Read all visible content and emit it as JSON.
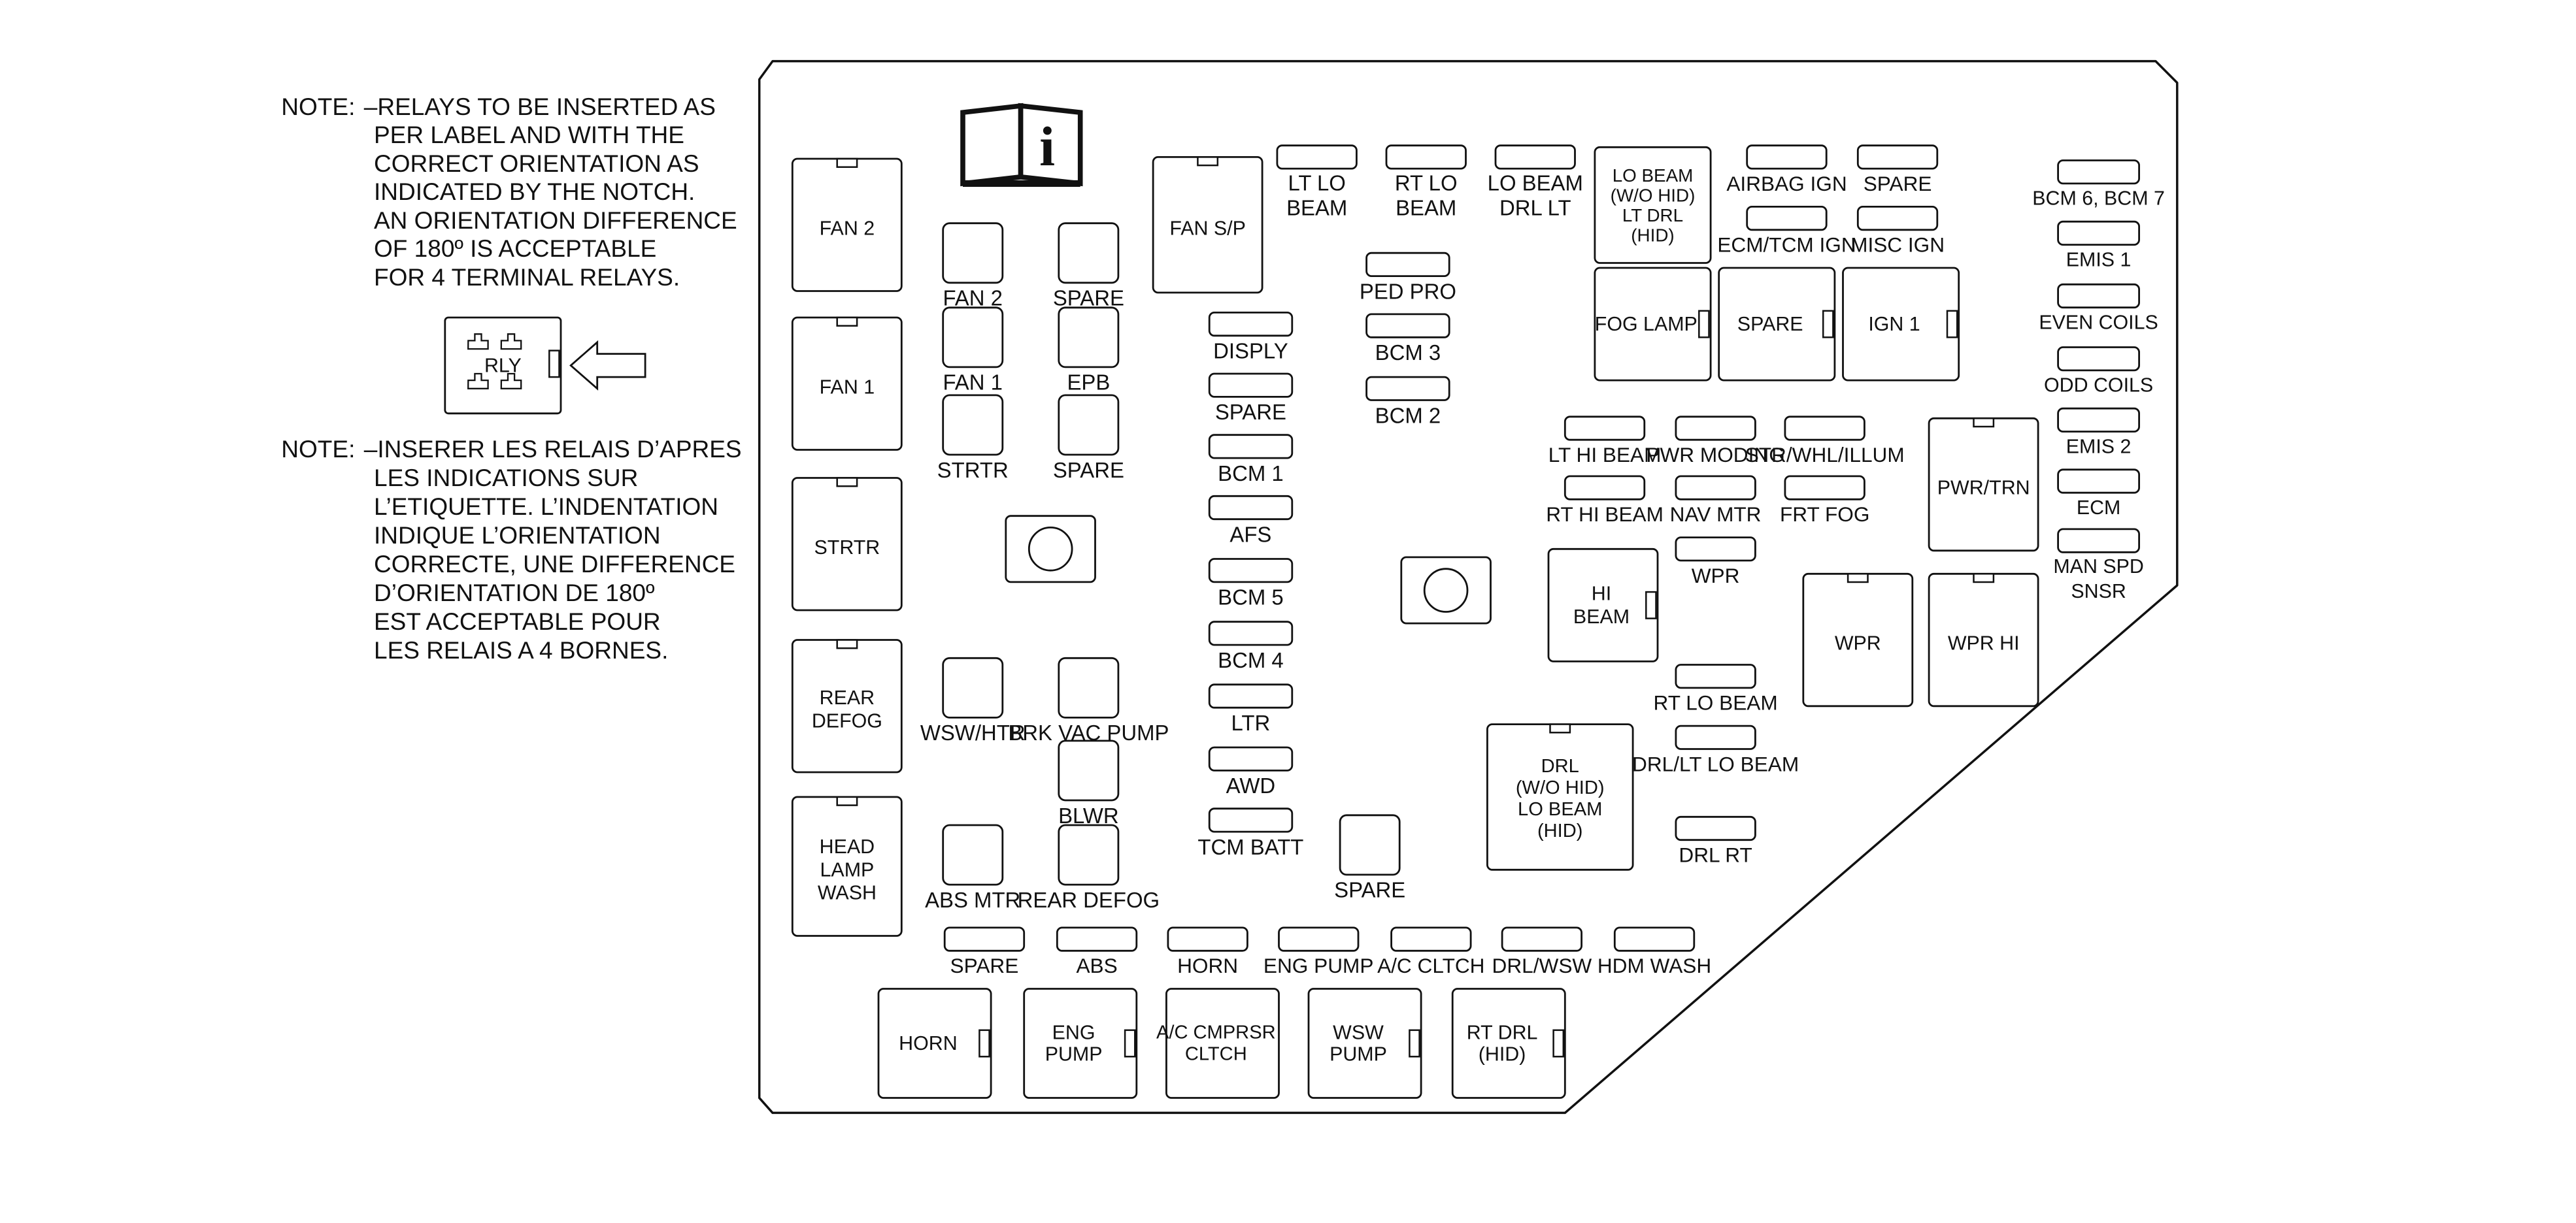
{
  "notes": [
    {
      "heading": "NOTE:",
      "lines": [
        "–RELAYS TO BE INSERTED AS",
        "PER LABEL AND WITH THE",
        "CORRECT ORIENTATION AS",
        "INDICATED BY THE NOTCH.",
        "AN ORIENTATION DIFFERENCE",
        "OF 180º IS ACCEPTABLE",
        "FOR 4 TERMINAL RELAYS."
      ]
    },
    {
      "heading": "NOTE:",
      "lines": [
        "–INSERER LES RELAIS D’APRES",
        "LES INDICATIONS SUR",
        "L’ETIQUETTE. L’INDENTATION",
        "INDIQUE L’ORIENTATION",
        "CORRECTE, UNE DIFFERENCE",
        "D’ORIENTATION DE 180º",
        "EST ACCEPTABLE POUR",
        "LES RELAIS A 4 BORNES."
      ]
    }
  ],
  "legend": {
    "relay_label": "RLY"
  },
  "fusebox": {
    "big_relays": [
      "FAN 2",
      "FAN 1",
      "STRTR",
      "REAR DEFOG",
      "HEAD LAMP WASH",
      "FAN S/P"
    ],
    "mini_relays": [
      "FAN 2",
      "SPARE",
      "FAN 1",
      "EPB",
      "STRTR",
      "SPARE",
      "WSW/HTR",
      "BRK VAC PUMP",
      "BLWR",
      "ABS MTR",
      "REAR DEFOG",
      "SPARE"
    ],
    "center_column_fuses": [
      "DISPLY",
      "SPARE",
      "BCM 1",
      "AFS",
      "BCM 5",
      "BCM 4",
      "LTR",
      "AWD",
      "TCM BATT"
    ],
    "top_fuses": [
      "LT LO BEAM",
      "RT LO BEAM",
      "LO BEAM DRL LT",
      "PED PRO",
      "BCM 3",
      "BCM 2"
    ],
    "upper_right_fuses": [
      "AIRBAG IGN",
      "SPARE",
      "ECM/TCM IGN",
      "MISC IGN"
    ],
    "upper_right_relays": [
      "LO BEAM (W/O HID) LT DRL (HID)",
      "FOG LAMP",
      "SPARE",
      "IGN 1"
    ],
    "right_column_fuses": [
      "BCM 6, BCM 7",
      "EMIS 1",
      "EVEN COILS",
      "ODD COILS",
      "EMIS 2",
      "ECM",
      "MAN SPD SNSR"
    ],
    "middle_fuses": [
      "LT HI BEAM",
      "PWR MODING",
      "STR/WHL/ILLUM",
      "RT HI BEAM",
      "NAV MTR",
      "FRT FOG",
      "WPR"
    ],
    "middle_relays": [
      "HI BEAM",
      "WPR",
      "WPR HI",
      "PWR/TRN"
    ],
    "lower_fuses": [
      "RT LO BEAM",
      "DRL/LT LO BEAM",
      "DRL RT"
    ],
    "lower_relays": [
      "DRL (W/O HID) LO BEAM (HID)"
    ],
    "bottom_fuses": [
      "SPARE",
      "ABS",
      "HORN",
      "ENG PUMP",
      "A/C CLTCH",
      "DRL/WSW",
      "HDM WASH"
    ],
    "bottom_relays": [
      "HORN",
      "ENG PUMP",
      "A/C CMPRSR CLTCH",
      "WSW PUMP",
      "RT DRL (HID)"
    ]
  }
}
